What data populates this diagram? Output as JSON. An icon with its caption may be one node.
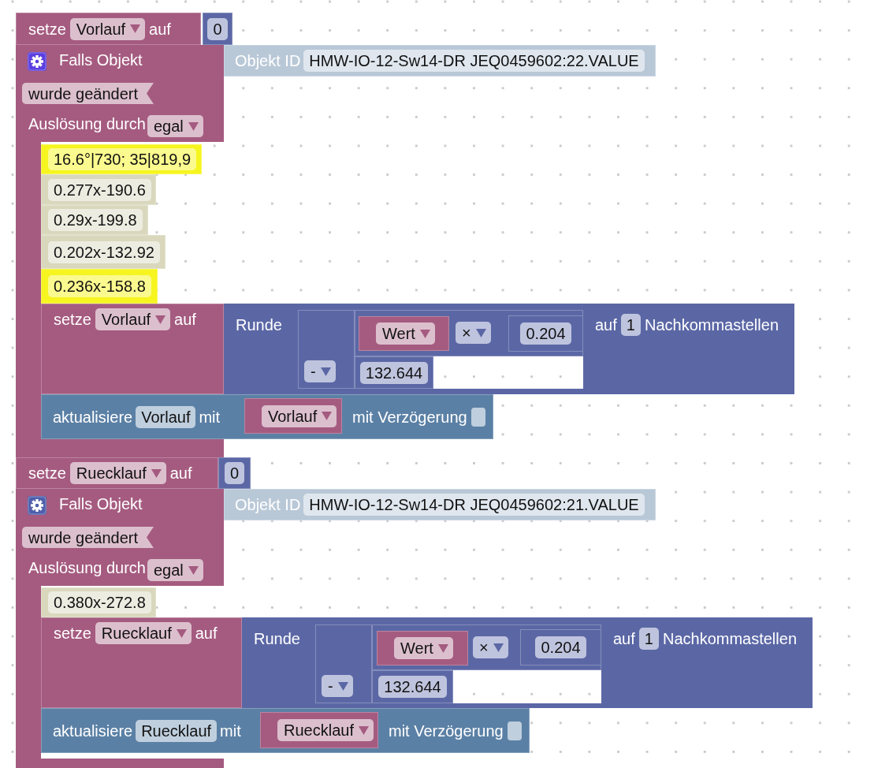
{
  "diagram": {
    "nodes": [
      {
        "text": [
          "setze",
          "Vorlauf",
          "auf"
        ]
      },
      {
        "text": [
          "0"
        ]
      },
      {
        "text": [
          "Falls Objekt",
          "wurde geändert",
          "Auslösung durch",
          "egal"
        ]
      },
      {
        "text": [
          "Objekt ID",
          "HMW-IO-12-Sw14-DR JEQ0459602:22.VALUE"
        ]
      },
      {
        "text": [
          "16.6°|730; 35|819,9"
        ],
        "in": 2
      },
      {
        "text": [
          "0.277x-190.6"
        ],
        "in": 2
      },
      {
        "text": [
          "0.29x-199.8"
        ],
        "in": 2
      },
      {
        "text": [
          "0.202x-132.92"
        ],
        "in": 2
      },
      {
        "text": [
          "0.236x-158.8"
        ],
        "in": 2
      },
      {
        "text": [
          "setze",
          "Vorlauf",
          "auf"
        ],
        "in": 2
      },
      {
        "text": [
          "Runde",
          "auf",
          "1",
          "Nachkommastellen"
        ]
      },
      {
        "text": [
          "-"
        ],
        "in": 10
      },
      {
        "text": [
          "×"
        ],
        "in": 10
      },
      {
        "text": [
          "Wert"
        ],
        "in": 12
      },
      {
        "text": [
          "0.204"
        ],
        "in": 12
      },
      {
        "text": [
          "132.644"
        ],
        "in": 10
      },
      {
        "text": [
          "aktualisiere",
          "Vorlauf",
          "mit",
          "mit Verzögerung"
        ]
      },
      {
        "text": [
          "Vorlauf"
        ],
        "in": 16
      },
      {
        "text": [
          "setze",
          "Ruecklauf",
          "auf"
        ]
      },
      {
        "text": [
          "0"
        ]
      },
      {
        "text": [
          "Falls Objekt",
          "wurde geändert",
          "Auslösung durch",
          "egal"
        ]
      },
      {
        "text": [
          "Objekt ID",
          "HMW-IO-12-Sw14-DR JEQ0459602:21.VALUE"
        ]
      },
      {
        "text": [
          "0.380x-272.8"
        ],
        "in": 20
      },
      {
        "text": [
          "setze",
          "Ruecklauf",
          "auf"
        ]
      },
      {
        "text": [
          "Runde",
          "auf",
          "1",
          "Nachkommastellen"
        ]
      },
      {
        "text": [
          "-"
        ],
        "in": 24
      },
      {
        "text": [
          "×"
        ],
        "in": 24
      },
      {
        "text": [
          "Wert"
        ],
        "in": 26
      },
      {
        "text": [
          "0.204"
        ],
        "in": 26
      },
      {
        "text": [
          "132.644"
        ],
        "in": 24
      },
      {
        "text": [
          "aktualisiere",
          "Ruecklauf",
          "mit",
          "mit Verzögerung"
        ]
      },
      {
        "text": [
          "Ruecklauf"
        ],
        "in": 30
      }
    ]
  }
}
